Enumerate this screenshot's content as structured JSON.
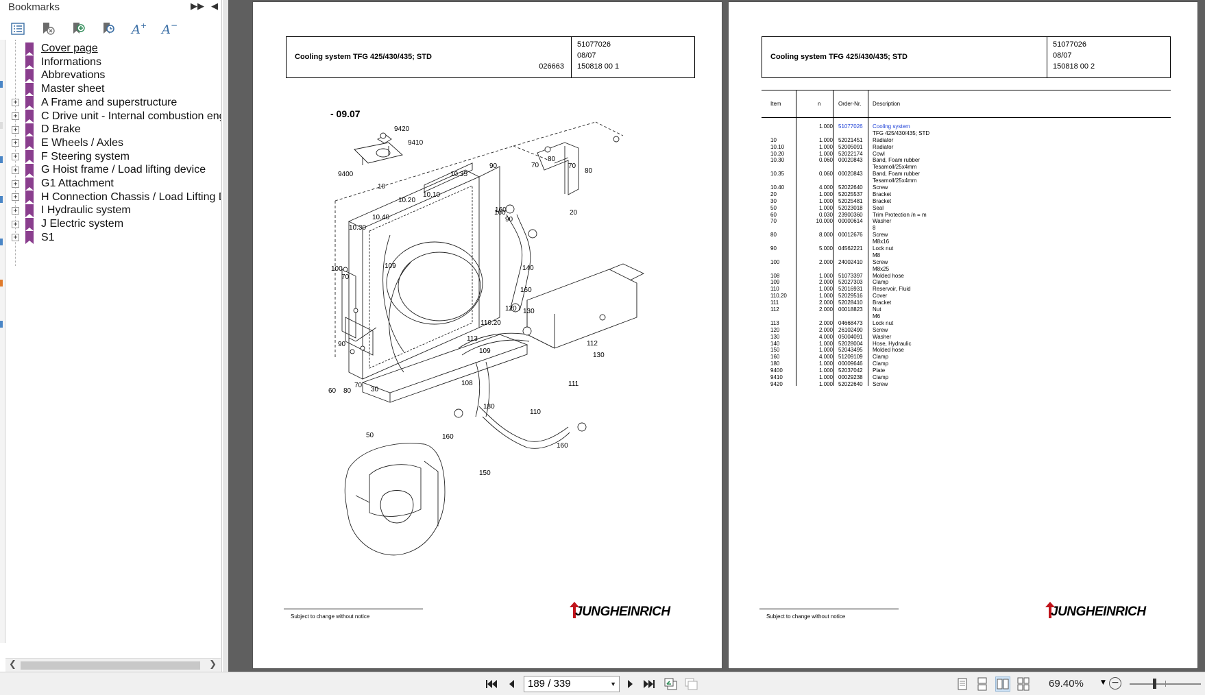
{
  "bookmarks_panel": {
    "title": "Bookmarks",
    "toolbar_icons": [
      "bookmark-options-icon",
      "delete-bookmark-icon",
      "new-bookmark-icon",
      "find-bookmark-icon",
      "increase-text-size-icon",
      "decrease-text-size-icon"
    ],
    "items": [
      {
        "label": "Cover page",
        "expandable": false,
        "link": true
      },
      {
        "label": "Informations",
        "expandable": false
      },
      {
        "label": "Abbrevations",
        "expandable": false
      },
      {
        "label": "Master sheet",
        "expandable": false
      },
      {
        "label": "A Frame and superstructure",
        "expandable": true
      },
      {
        "label": "C Drive unit - Internal combustion engine",
        "expandable": true
      },
      {
        "label": "D Brake",
        "expandable": true
      },
      {
        "label": "E Wheels / Axles",
        "expandable": true
      },
      {
        "label": "F Steering system",
        "expandable": true
      },
      {
        "label": "G Hoist frame / Load lifting device",
        "expandable": true
      },
      {
        "label": "G1 Attachment",
        "expandable": true
      },
      {
        "label": "H Connection Chassis / Load Lifting Device",
        "expandable": true
      },
      {
        "label": "I Hydraulic system",
        "expandable": true
      },
      {
        "label": "J Electric system",
        "expandable": true
      },
      {
        "label": "S1",
        "expandable": true
      }
    ],
    "bookmark_color": "#8a3e8e"
  },
  "page_left": {
    "header_title": "Cooling system TFG 425/430/435; STD",
    "header_code": "026663",
    "header_right": [
      "51077026",
      "08/07",
      "150818 00 1"
    ],
    "diagram_title": "- 09.07",
    "callouts": [
      "9420",
      "9410",
      "9400",
      "10",
      "10.35",
      "10.20",
      "10.10",
      "10.40",
      "10.30",
      "100",
      "70",
      "109",
      "90",
      "60",
      "80",
      "70",
      "30",
      "50",
      "160",
      "140",
      "160",
      "120",
      "130",
      "110.20",
      "113",
      "109",
      "108",
      "180",
      "110",
      "112",
      "130",
      "111",
      "160",
      "160",
      "150",
      "90",
      "70",
      "80",
      "70",
      "80",
      "20",
      "160",
      "90"
    ],
    "footer_note": "Subject to change without notice",
    "logo": "JUNGHEINRICH"
  },
  "page_right": {
    "header_title": "Cooling system TFG 425/430/435; STD",
    "header_right": [
      "51077026",
      "08/07",
      "150818 00 2"
    ],
    "table_headers": {
      "item": "Item",
      "n": "n",
      "order": "Order-Nr.",
      "desc": "Description"
    },
    "rows": [
      {
        "item": "",
        "n": "1.000",
        "order": "51077026",
        "desc": "Cooling system",
        "highlight": true
      },
      {
        "item": "",
        "n": "",
        "order": "",
        "desc": "TFG 425/430/435; STD"
      },
      {
        "item": "10",
        "n": "1.000",
        "order": "52021451",
        "desc": "Radiator"
      },
      {
        "item": "10.10",
        "n": "1.000",
        "order": "52005091",
        "desc": "Radiator"
      },
      {
        "item": "10.20",
        "n": "1.000",
        "order": "52022174",
        "desc": "Cowl"
      },
      {
        "item": "10.30",
        "n": "0.060",
        "order": "00020843",
        "desc": "Band, Foam rubber"
      },
      {
        "item": "",
        "n": "",
        "order": "",
        "desc": "Tesamoll/25x4mm"
      },
      {
        "item": "10.35",
        "n": "0.060",
        "order": "00020843",
        "desc": "Band, Foam rubber"
      },
      {
        "item": "",
        "n": "",
        "order": "",
        "desc": "Tesamoll/25x4mm"
      },
      {
        "item": "10.40",
        "n": "4.000",
        "order": "52022640",
        "desc": "Screw"
      },
      {
        "item": "20",
        "n": "1.000",
        "order": "52025537",
        "desc": "Bracket"
      },
      {
        "item": "30",
        "n": "1.000",
        "order": "52025481",
        "desc": "Bracket"
      },
      {
        "item": "50",
        "n": "1.000",
        "order": "52023018",
        "desc": "Seal"
      },
      {
        "item": "60",
        "n": "0.030",
        "order": "23900360",
        "desc": "Trim Protection /n = m"
      },
      {
        "item": "70",
        "n": "10.000",
        "order": "00000614",
        "desc": "Washer"
      },
      {
        "item": "",
        "n": "",
        "order": "",
        "desc": "8"
      },
      {
        "item": "80",
        "n": "8.000",
        "order": "00012676",
        "desc": "Screw"
      },
      {
        "item": "",
        "n": "",
        "order": "",
        "desc": "M8x16"
      },
      {
        "item": "90",
        "n": "5.000",
        "order": "04562221",
        "desc": "Lock nut"
      },
      {
        "item": "",
        "n": "",
        "order": "",
        "desc": "M8"
      },
      {
        "item": "100",
        "n": "2.000",
        "order": "24002410",
        "desc": "Screw"
      },
      {
        "item": "",
        "n": "",
        "order": "",
        "desc": "M8x25"
      },
      {
        "item": "108",
        "n": "1.000",
        "order": "51073397",
        "desc": "Molded hose"
      },
      {
        "item": "109",
        "n": "2.000",
        "order": "52027303",
        "desc": "Clamp"
      },
      {
        "item": "110",
        "n": "1.000",
        "order": "52016931",
        "desc": "Reservoir, Fluid"
      },
      {
        "item": "110.20",
        "n": "1.000",
        "order": "52029516",
        "desc": "Cover"
      },
      {
        "item": "111",
        "n": "2.000",
        "order": "52028410",
        "desc": "Bracket"
      },
      {
        "item": "112",
        "n": "2.000",
        "order": "00018823",
        "desc": "Nut"
      },
      {
        "item": "",
        "n": "",
        "order": "",
        "desc": "M6"
      },
      {
        "item": "113",
        "n": "2.000",
        "order": "04668473",
        "desc": "Lock nut"
      },
      {
        "item": "120",
        "n": "2.000",
        "order": "26102490",
        "desc": "Screw"
      },
      {
        "item": "130",
        "n": "4.000",
        "order": "05004091",
        "desc": "Washer"
      },
      {
        "item": "140",
        "n": "1.000",
        "order": "52028004",
        "desc": "Hose, Hydraulic"
      },
      {
        "item": "150",
        "n": "1.000",
        "order": "52043495",
        "desc": "Molded hose"
      },
      {
        "item": "160",
        "n": "4.000",
        "order": "51209109",
        "desc": "Clamp"
      },
      {
        "item": "180",
        "n": "1.000",
        "order": "00009646",
        "desc": "Clamp"
      },
      {
        "item": "9400",
        "n": "1.000",
        "order": "52037042",
        "desc": "Plate"
      },
      {
        "item": "9410",
        "n": "1.000",
        "order": "00029238",
        "desc": "Clamp"
      },
      {
        "item": "9420",
        "n": "1.000",
        "order": "52022640",
        "desc": "Screw"
      }
    ],
    "footer_note": "Subject to change without notice",
    "logo": "JUNGHEINRICH"
  },
  "bottom_toolbar": {
    "page_display": "189 / 339",
    "zoom": "69.40%",
    "nav_icons": [
      "first-page-icon",
      "previous-page-icon",
      "next-page-icon",
      "last-page-icon",
      "previous-view-icon",
      "next-view-icon"
    ],
    "view_modes": [
      "single-page-icon",
      "continuous-icon",
      "facing-icon",
      "continuous-facing-icon"
    ],
    "active_view_mode": "facing"
  }
}
